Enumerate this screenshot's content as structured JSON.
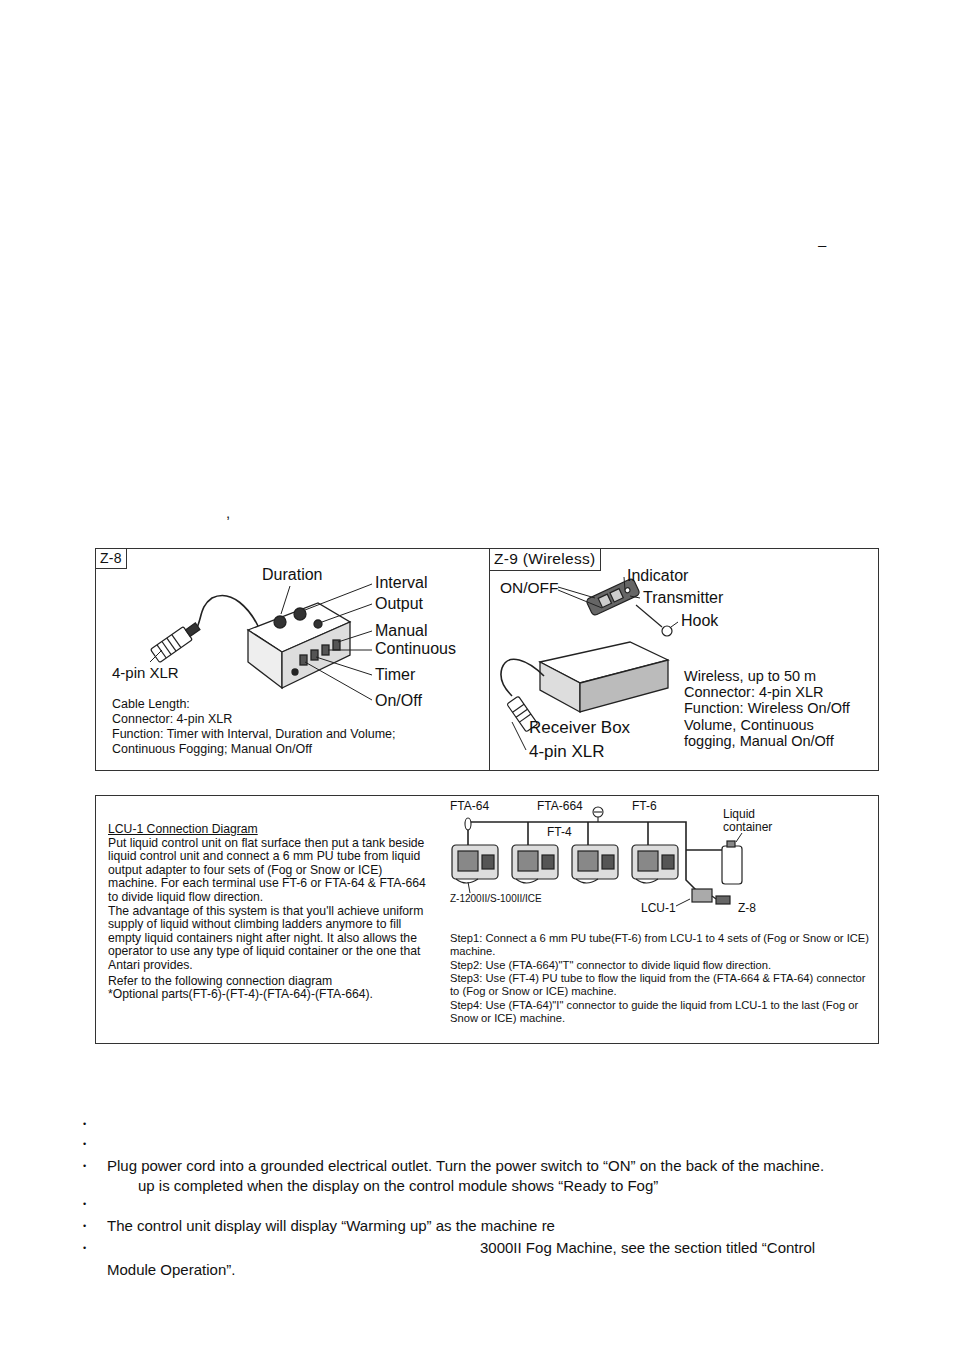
{
  "diagram": {
    "nodes": [
      {
        "text": [
          "Z-8"
        ]
      },
      {
        "text": [
          "Z-9 (Wireless)"
        ]
      },
      {
        "text": [
          "LCU-1 Connection Diagram",
          "Put liquid control unit on flat surface then put a tank beside liquid control unit and connect a 6 mm PU tube from liquid output adapter to four sets of (Fog or Snow or ICE) machine. For each terminal use FT-6 or FTA-64 & FTA-664 to divide liquid flow direction.",
          "The advantage of this system is that you'll achieve uniform supply of liquid without climbing ladders anymore to fill empty liquid containers night after night. It also allows the operator to use any type of liquid container or the one that Antari provides.",
          "Refer to the following connection diagram",
          "*Optional parts(FT-6)-(FT-4)-(FTA-64)-(FTA-664)."
        ]
      }
    ],
    "labels": [
      "–",
      ",",
      "Duration",
      "Interval",
      "Output",
      "Manual",
      "Continuous",
      "Timer",
      "On/Off",
      "4-pin XLR",
      "Cable Length:",
      "Connector: 4-pin XLR",
      "Function: Timer with Interval, Duration and Volume; Continuous Fogging; Manual On/Off",
      "ON/OFF",
      "Indicator",
      "Transmitter",
      "Hook",
      "Receiver Box",
      "4-pin XLR",
      "Wireless, up to 50 m Connector: 4-pin XLR Function: Wireless On/Off Volume, Continuous fogging, Manual On/Off",
      "FTA-64",
      "FTA-664",
      "FT-6",
      "FT-4",
      "Liquid container",
      "Z-1200II/S-100II/ICE",
      "LCU-1",
      "Z-8",
      "Step1: Connect a 6 mm PU tube(FT-6) from LCU-1 to 4 sets of (Fog or Snow or ICE) machine.",
      "Step2: Use (FTA-664)\"T\" connector to divide liquid flow direction.",
      "Step3: Use (FT-4) PU tube to flow the liquid from the (FTA-664 & FTA-64) connector to (Fog or Snow or ICE) machine.",
      "Step4: Use (FTA-64)\"I\" connector to guide the liquid from LCU-1 to the last (Fog or Snow or ICE) machine.",
      "•",
      "•",
      "•",
      "Plug power cord into a grounded electrical outlet. Turn the power switch to “ON” on the back of the machine.",
      "up is completed when the display on the control module shows “Ready to Fog”",
      "•",
      "•",
      "The control unit display will display “Warming up” as the machine re",
      "•",
      "3000II Fog Machine, see the section titled “Control",
      "Module Operation”."
    ]
  }
}
